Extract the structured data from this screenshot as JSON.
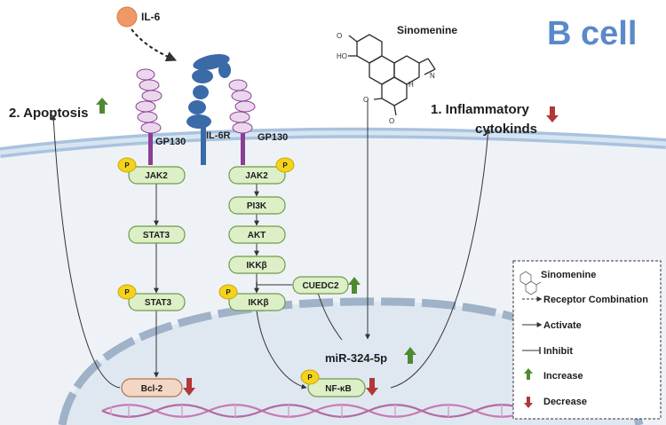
{
  "cell_title": "B cell",
  "ligand": "IL-6",
  "drug": "Sinomenine",
  "receptors": {
    "gp130_left": "GP130",
    "il6r": "IL-6R",
    "gp130_right": "GP130"
  },
  "phospho_label": "P",
  "left_path": {
    "jak2": "JAK2",
    "stat3": "STAT3",
    "stat3_p": "STAT3",
    "bcl2": "Bcl-2"
  },
  "right_path": {
    "jak2": "JAK2",
    "pi3k": "PI3K",
    "akt": "AKT",
    "ikkb": "IKKβ",
    "ikkb_p": "IKKβ",
    "nfkb": "NF-κB",
    "cuedc2": "CUEDC2",
    "mirna": "miR-324-5p"
  },
  "outcomes": {
    "apoptosis": "2. Apoptosis",
    "inflammatory_line1": "1.  Inflammatory",
    "inflammatory_line2": "cytokinds"
  },
  "legend": {
    "items": [
      {
        "label": "Sinomenine"
      },
      {
        "label": "Receptor Combination"
      },
      {
        "label": "Activate"
      },
      {
        "label": "Inhibit"
      },
      {
        "label": "Increase"
      },
      {
        "label": "Decrease"
      }
    ]
  },
  "colors": {
    "increase": "#4f8a32",
    "decrease": "#b03838",
    "node_fill": "#dcefc6",
    "node_stroke": "#6e9b49",
    "bcl2_fill": "#f3d7c5",
    "bcl2_stroke": "#b5744e",
    "phospho_fill": "#f5d31a",
    "receptor_loop": "#ead7ec",
    "receptor_stalk": "#8b3e94",
    "il6r_blue": "#3b6aa8",
    "title_blue": "#5b89c9"
  }
}
